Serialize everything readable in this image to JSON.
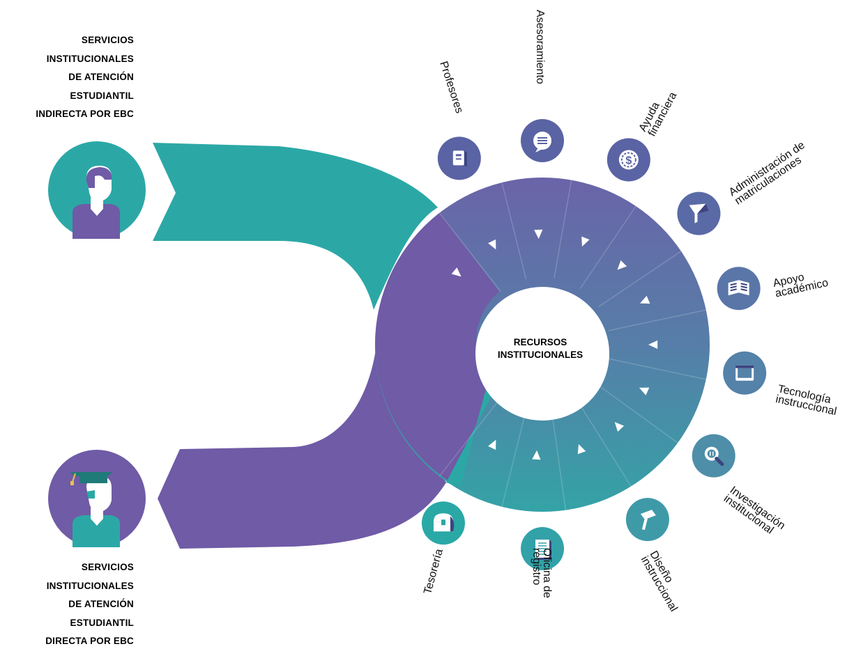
{
  "colors": {
    "teal": "#2ba8a6",
    "purple": "#6f5ba6",
    "ring_icon_blue": "#5c6aa6",
    "white": "#ffffff"
  },
  "top_heading_lines": [
    "SERVICIOS",
    "INSTITUCIONALES",
    "DE ATENCIÓN",
    "ESTUDIANTIL",
    "INDIRECTA POR EBC"
  ],
  "bottom_heading_lines": [
    "SERVICIOS",
    "INSTITUCIONALES",
    "DE ATENCIÓN",
    "ESTUDIANTIL",
    "DIRECTA POR EBC"
  ],
  "center_lines": [
    "RECURSOS",
    "INSTITUCIONALES"
  ],
  "people": [
    {
      "name": "staff-person-icon",
      "role": "indirecta"
    },
    {
      "name": "graduate-person-icon",
      "role": "directa"
    }
  ],
  "services": [
    {
      "id": "profesores",
      "label": [
        "Profesores"
      ],
      "icon": "book-icon",
      "color": "#5a63a3"
    },
    {
      "id": "asesoramiento",
      "label": [
        "Asesoramiento"
      ],
      "icon": "chat-bubble-icon",
      "color": "#5a63a3"
    },
    {
      "id": "ayuda-financiera",
      "label": [
        "Ayuda",
        "financiera"
      ],
      "icon": "dollar-coin-icon",
      "color": "#5a63a3"
    },
    {
      "id": "administracion-matriculaciones",
      "label": [
        "Administración de",
        "matriculaciones"
      ],
      "icon": "funnel-icon",
      "color": "#5a6aa6"
    },
    {
      "id": "apoyo-academico",
      "label": [
        "Apoyo",
        "académico"
      ],
      "icon": "open-book-icon",
      "color": "#5a76a8"
    },
    {
      "id": "tecnologia-instruccional",
      "label": [
        "Tecnología",
        "instruccional"
      ],
      "icon": "tablet-icon",
      "color": "#5482a8"
    },
    {
      "id": "investigacion-institucional",
      "label": [
        "Investigación",
        "institucional"
      ],
      "icon": "magnifier-icon",
      "color": "#4e8ea8"
    },
    {
      "id": "diseno-instruccional",
      "label": [
        "Diseño",
        "instruccional"
      ],
      "icon": "hammer-icon",
      "color": "#3f9aa8"
    },
    {
      "id": "oficina-registro",
      "label": [
        "Oficina de",
        "registro"
      ],
      "icon": "document-icon",
      "color": "#32a2a8"
    },
    {
      "id": "tesoreria",
      "label": [
        "Tesorería"
      ],
      "icon": "treasure-chest-icon",
      "color": "#2aa8a6"
    }
  ]
}
